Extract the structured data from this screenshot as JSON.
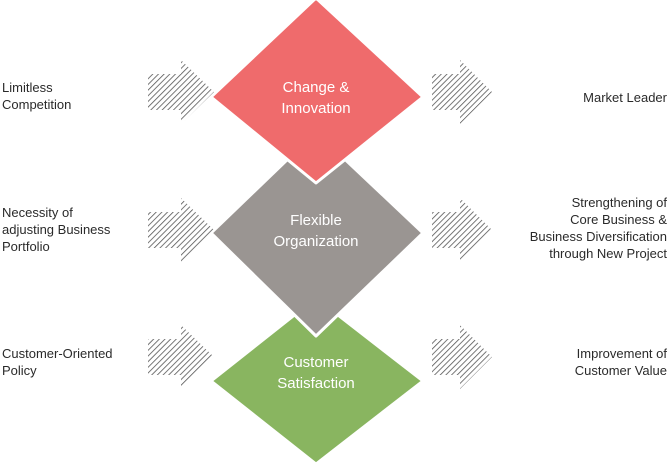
{
  "colors": {
    "red": "#ef6b6c",
    "gray": "#9a9592",
    "green": "#89b560",
    "arrow_hatch": "#555555"
  },
  "arrow_icon": "hatched-right-arrow",
  "rows": [
    {
      "left": [
        "Limitless",
        "Competition"
      ],
      "center": [
        "Change &",
        "Innovation"
      ],
      "right": [
        "Market Leader"
      ]
    },
    {
      "left": [
        "Necessity of",
        "adjusting Business",
        "Portfolio"
      ],
      "center": [
        "Flexible",
        "Organization"
      ],
      "right": [
        "Strengthening of",
        "Core Business &",
        "Business Diversification",
        "through New Project"
      ]
    },
    {
      "left": [
        "Customer-Oriented",
        "Policy"
      ],
      "center": [
        "Customer",
        "Satisfaction"
      ],
      "right": [
        "Improvement of",
        "Customer Value"
      ]
    }
  ]
}
